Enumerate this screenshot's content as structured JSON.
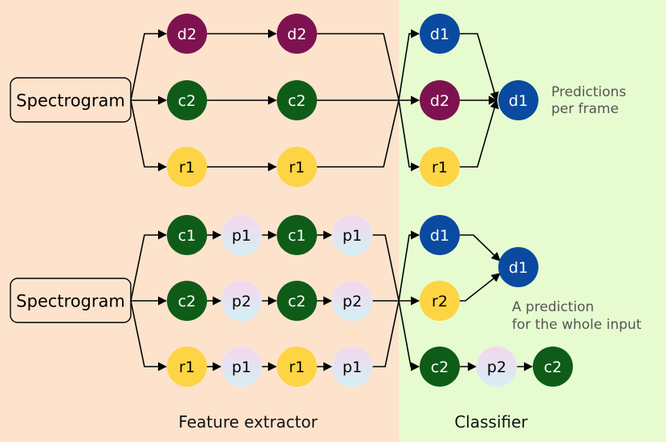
{
  "sections": {
    "feature_extractor": "Feature extractor",
    "classifier": "Classifier"
  },
  "colors": {
    "feature_bg": "#fde3cc",
    "classifier_bg": "#e6fcd0",
    "d2": "#7e1251",
    "c": "#0e5c18",
    "r": "#fdd443",
    "d1": "#0a4aa0",
    "pool_top": "#f6d6ec",
    "pool_bottom": "#d3f0f6"
  },
  "top": {
    "input": "Spectrogram",
    "rows": [
      [
        "d2",
        "d2"
      ],
      [
        "c2",
        "c2"
      ],
      [
        "r1",
        "r1"
      ]
    ],
    "classifier": [
      "d1",
      "d2",
      "r1"
    ],
    "output": "d1",
    "note": [
      "Predictions",
      "per frame"
    ]
  },
  "bottom": {
    "input": "Spectrogram",
    "rows": [
      [
        "c1",
        "p1",
        "c1",
        "p1"
      ],
      [
        "c2",
        "p2",
        "c2",
        "p2"
      ],
      [
        "r1",
        "p1",
        "r1",
        "p1"
      ]
    ],
    "classifier_dense": [
      "d1",
      "r2"
    ],
    "output": "d1",
    "classifier_conv": [
      "c2",
      "p2",
      "c2"
    ],
    "note": [
      "A prediction",
      "for the whole input"
    ]
  }
}
